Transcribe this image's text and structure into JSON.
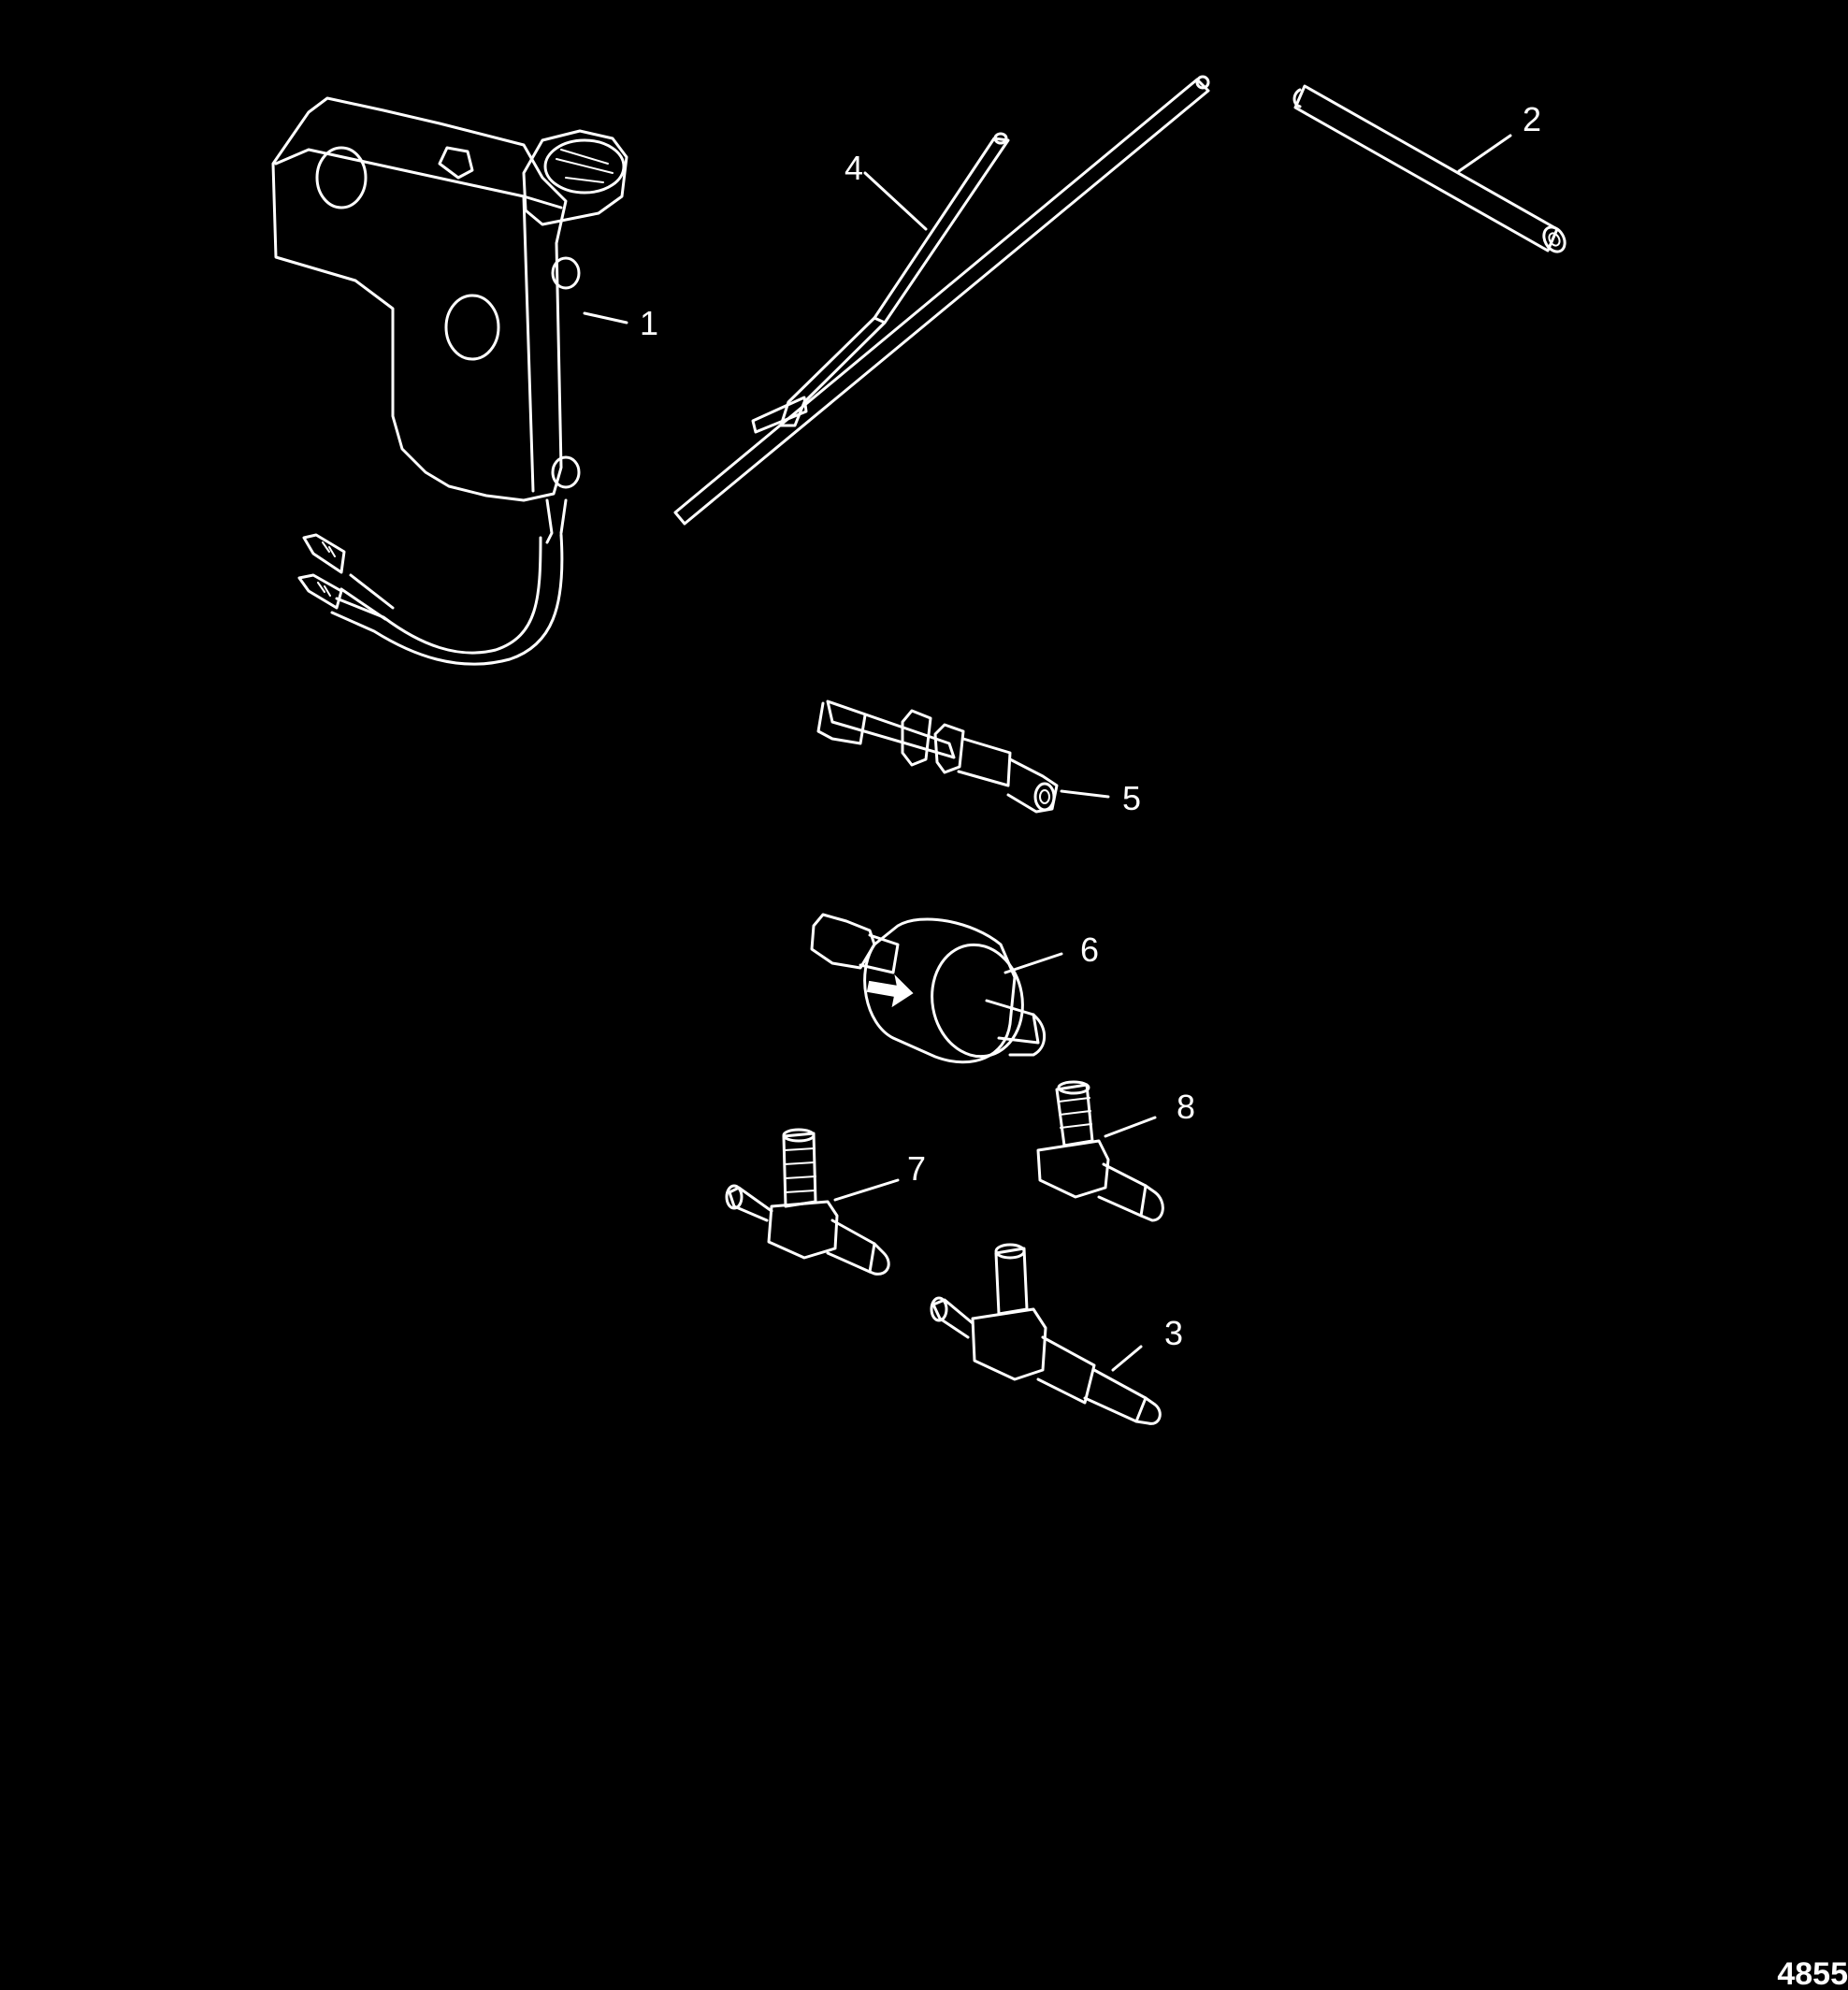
{
  "diagram": {
    "figure_id": "4855",
    "colors": {
      "background": "#000000",
      "linework": "#ffffff"
    },
    "callouts": [
      {
        "id": "1",
        "label": "1",
        "part": "reservoir"
      },
      {
        "id": "2",
        "label": "2",
        "part": "short-tube"
      },
      {
        "id": "3",
        "label": "3",
        "part": "tee-fitting-long"
      },
      {
        "id": "4",
        "label": "4",
        "part": "long-tubing"
      },
      {
        "id": "5",
        "label": "5",
        "part": "straight-connector"
      },
      {
        "id": "6",
        "label": "6",
        "part": "check-valve"
      },
      {
        "id": "7",
        "label": "7",
        "part": "tee-fitting"
      },
      {
        "id": "8",
        "label": "8",
        "part": "elbow-fitting"
      }
    ]
  }
}
